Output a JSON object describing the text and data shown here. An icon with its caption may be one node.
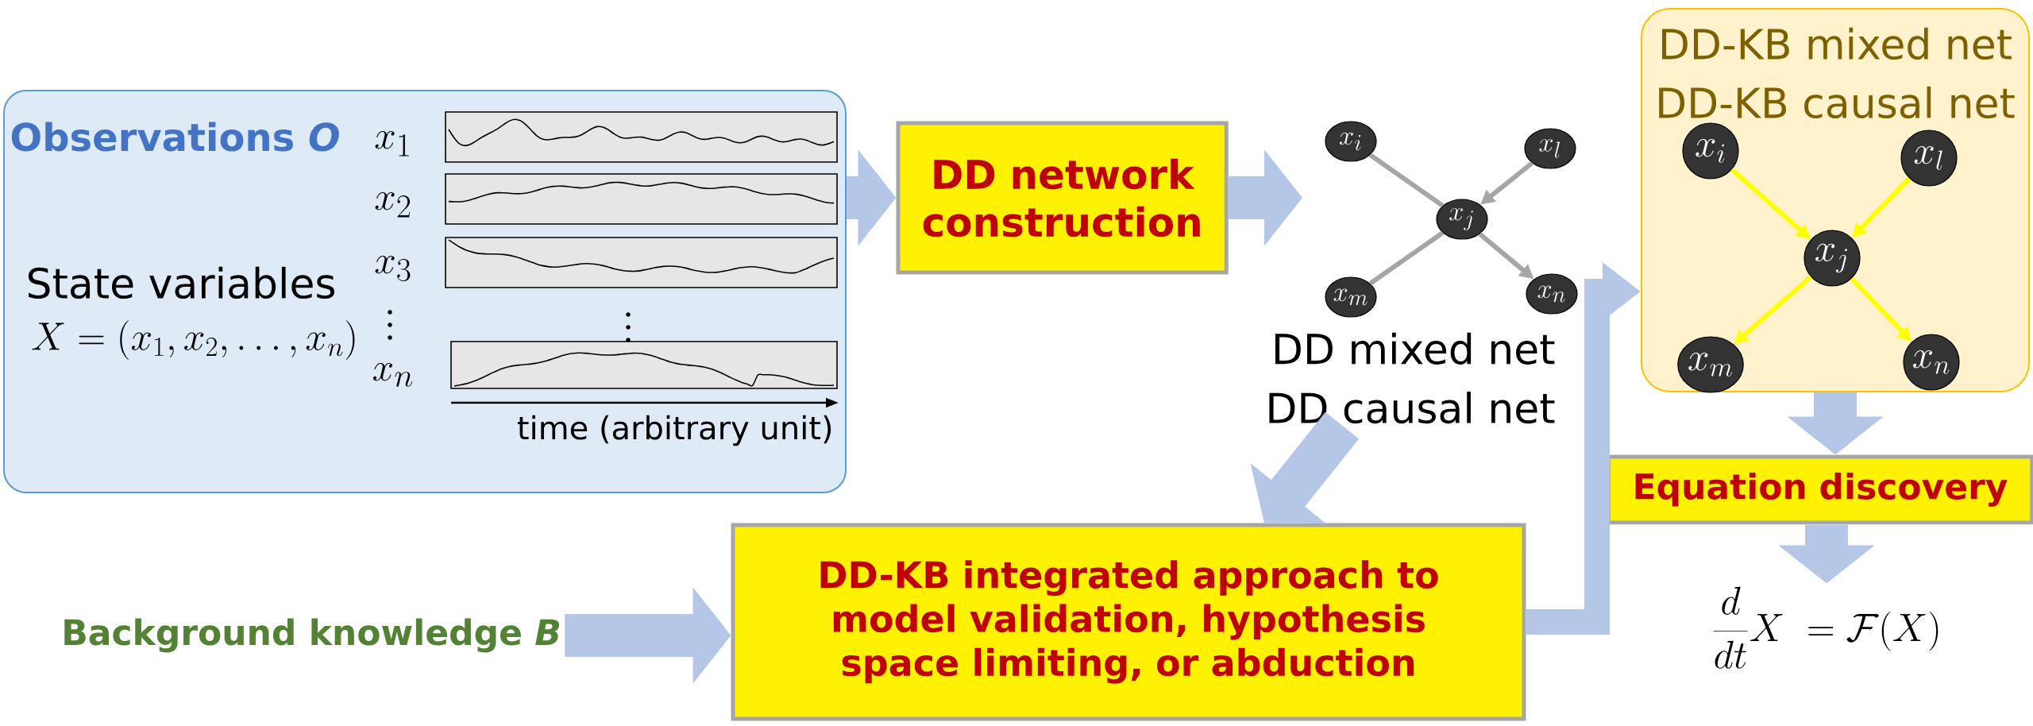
{
  "diagram": {
    "nodes": [
      {
        "text": [
          "Observations *O*",
          "State variables",
          "X = (x_1, x_2,\\dots, x_n)"
        ]
      },
      {
        "text": [
          "DD network construction"
        ]
      },
      {
        "text": [
          "x_i"
        ]
      },
      {
        "text": [
          "x_l"
        ]
      },
      {
        "text": [
          "x_j"
        ]
      },
      {
        "text": [
          "x_m"
        ]
      },
      {
        "text": [
          "x_n"
        ]
      },
      {
        "text": [
          "DD-KB mixed net",
          "DD-KB causal net"
        ]
      },
      {
        "text": [
          "x_i"
        ],
        "in": 7
      },
      {
        "text": [
          "x_l"
        ],
        "in": 7
      },
      {
        "text": [
          "x_j"
        ],
        "in": 7
      },
      {
        "text": [
          "x_m"
        ],
        "in": 7
      },
      {
        "text": [
          "x_n"
        ],
        "in": 7
      },
      {
        "text": [
          "Background knowledge *B*"
        ]
      },
      {
        "text": [
          "DD-KB integrated approach to model validation, hypothesis space limiting, or abduction"
        ]
      },
      {
        "text": [
          "Equation discovery"
        ]
      },
      {
        "text": [
          "\\frac{d}{dt}X\\; = \\mathcal{F}(X)"
        ]
      },
      {
        "text": [
          "DD mixed net",
          "DD causal net"
        ]
      }
    ],
    "edges": [
      {
        "from": 0,
        "to": 1,
        "arrow": "to",
        "style": "thick",
        "color": "#b4c7e7"
      },
      {
        "from": 1,
        "to": null,
        "arrow": "to",
        "style": "thick",
        "color": "#b4c7e7"
      },
      {
        "from": 2,
        "to": 4,
        "arrow": "none",
        "color": "#a6a6a6"
      },
      {
        "from": 3,
        "to": 4,
        "arrow": "to",
        "color": "#a6a6a6"
      },
      {
        "from": 4,
        "to": 5,
        "arrow": "none",
        "color": "#a6a6a6"
      },
      {
        "from": 4,
        "to": 6,
        "arrow": "to",
        "color": "#a6a6a6"
      },
      {
        "from": 8,
        "to": 10,
        "arrow": "to",
        "color": "#ffff00"
      },
      {
        "from": 9,
        "to": 10,
        "arrow": "to",
        "color": "#ffff00"
      },
      {
        "from": 10,
        "to": 11,
        "arrow": "to",
        "color": "#ffff00"
      },
      {
        "from": 10,
        "to": 12,
        "arrow": "to",
        "color": "#ffff00"
      },
      {
        "from": 17,
        "to": 14,
        "arrow": "to",
        "style": "thick",
        "color": "#b4c7e7"
      },
      {
        "from": 13,
        "to": 14,
        "arrow": "to",
        "style": "thick",
        "color": "#b4c7e7"
      },
      {
        "from": 14,
        "to": 7,
        "arrow": "to",
        "style": "thick",
        "color": "#b4c7e7"
      },
      {
        "from": 7,
        "to": 15,
        "arrow": "to",
        "style": "thick",
        "color": "#b4c7e7"
      },
      {
        "from": 15,
        "to": 16,
        "arrow": "to",
        "style": "thick",
        "color": "#b4c7e7"
      }
    ],
    "labels": [
      "x_1",
      "x_2",
      "x_3",
      "x_n",
      "time (arbitrary unit)"
    ]
  }
}
